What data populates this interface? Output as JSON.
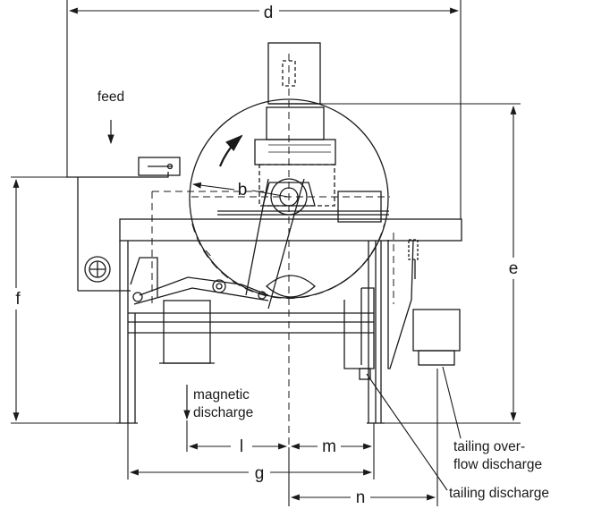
{
  "dimensions": {
    "d": "d",
    "e": "e",
    "f": "f",
    "b": "b",
    "g": "g",
    "l": "l",
    "m": "m",
    "n": "n"
  },
  "annotations": {
    "feed": "feed",
    "magnetic_discharge": [
      "magnetic",
      "discharge"
    ],
    "tailing_overflow_discharge": [
      "tailing over-",
      "flow discharge"
    ],
    "tailing_discharge": "tailing discharge"
  },
  "colors": {
    "line": "#1a1a1a",
    "background": "#ffffff"
  }
}
